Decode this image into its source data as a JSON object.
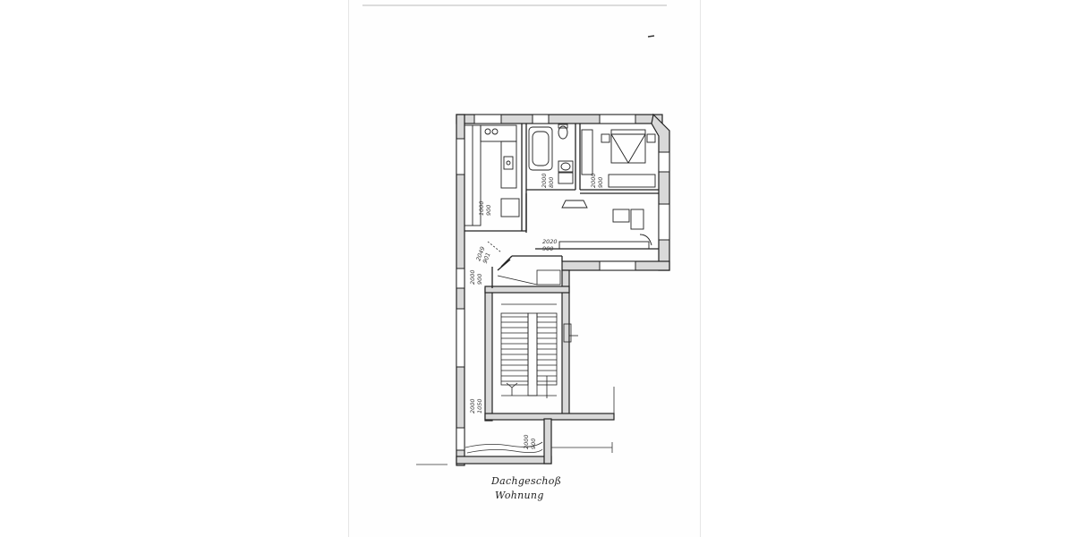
{
  "plan": {
    "caption_floor": "Dachgeschoß",
    "caption_unit": "Wohnung"
  },
  "dimensions": [
    {
      "id": "dim-kitchen-door",
      "line1": "1000",
      "line2": "900"
    },
    {
      "id": "dim-bath-door",
      "line1": "2000",
      "line2": "800"
    },
    {
      "id": "dim-bedroom-door",
      "line1": "2000",
      "line2": "900"
    },
    {
      "id": "dim-living-door",
      "line1": "2020",
      "line2": "900"
    },
    {
      "id": "dim-hall-door-upper",
      "line1": "2049",
      "line2": "901"
    },
    {
      "id": "dim-hall-door-left",
      "line1": "2000",
      "line2": "900"
    },
    {
      "id": "dim-stair-door",
      "line1": "2000",
      "line2": "1050"
    },
    {
      "id": "dim-entrance-door",
      "line1": "2000",
      "line2": "900"
    }
  ],
  "colors": {
    "line": "#222222",
    "wall_fill": "#d9d9d9"
  }
}
